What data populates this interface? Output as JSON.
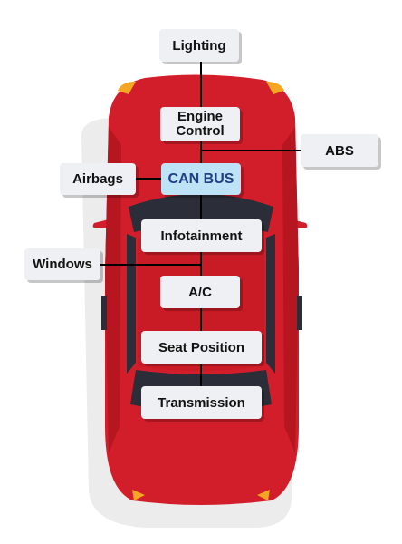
{
  "nodes": {
    "lighting": "Lighting",
    "engine_line1": "Engine",
    "engine_line2": "Control",
    "abs": "ABS",
    "airbags": "Airbags",
    "can_bus": "CAN BUS",
    "infotainment": "Infotainment",
    "windows": "Windows",
    "ac": "A/C",
    "seat_position": "Seat Position",
    "transmission": "Transmission"
  },
  "colors": {
    "car_body": "#d21e2a",
    "car_shadow_red": "#a5131d",
    "glass": "#2b2d38",
    "hub_fill": "#bfe3f6",
    "hub_text": "#1f3f86",
    "box_fill": "#eef0f3",
    "lights": "#f5a623"
  }
}
